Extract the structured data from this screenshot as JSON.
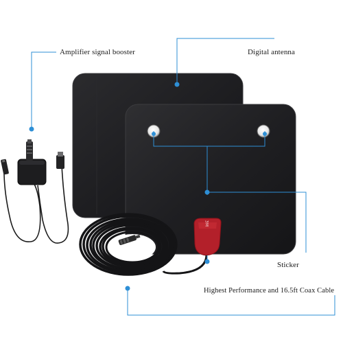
{
  "labels": {
    "amplifier": "Amplifier signal booster",
    "digital_antenna": "Digital antenna",
    "sticker": "Sticker",
    "cable": "Highest Performance and 16.5ft Coax Cable"
  },
  "sticker_print": "3M",
  "colors": {
    "accent": "#2e8fd6",
    "panel": "#1c1c1e",
    "sticker": "#b3202a"
  }
}
